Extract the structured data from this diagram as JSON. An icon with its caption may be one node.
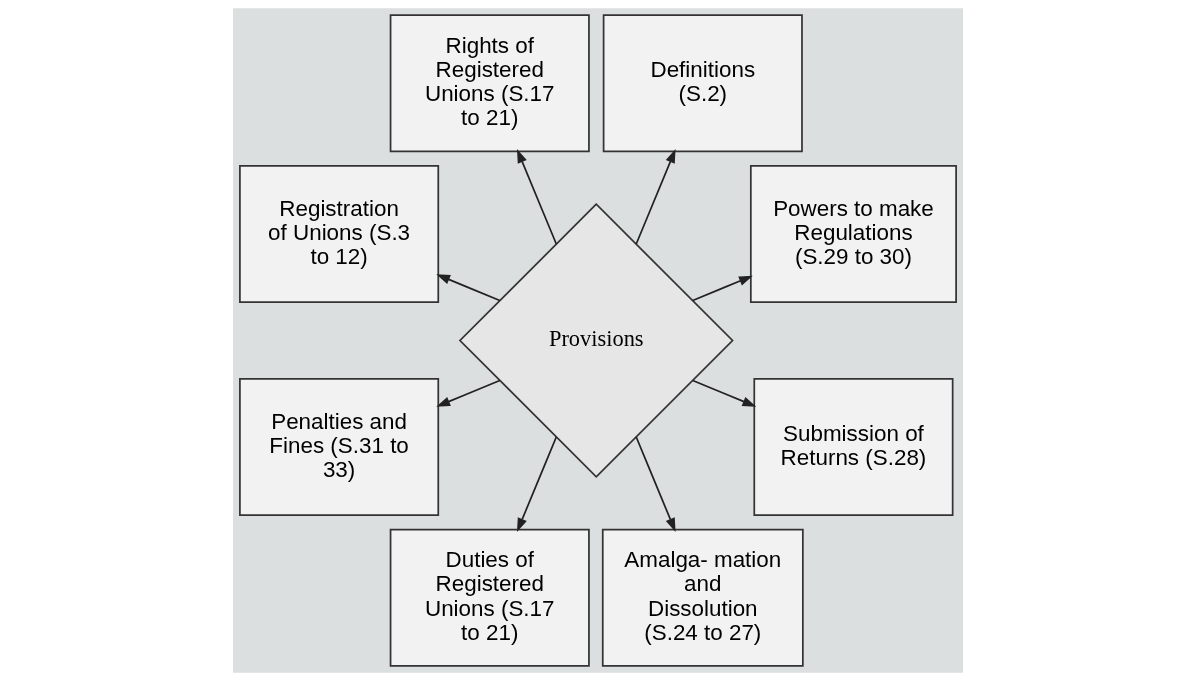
{
  "diagram": {
    "nodes": [
      {
        "text": [
          "Provisions"
        ]
      },
      {
        "text": [
          "Powers to make Regulations (S.29 to 30)"
        ]
      },
      {
        "text": [
          "Definitions (S.2)"
        ]
      },
      {
        "text": [
          "Rights of Registered Unions (S.17 to 21)"
        ]
      },
      {
        "text": [
          "Registration of Unions (S.3 to 12)"
        ]
      },
      {
        "text": [
          "Penalties and Fines (S.31 to 33)"
        ]
      },
      {
        "text": [
          "Duties of Registered Unions (S.17 to 21)"
        ]
      },
      {
        "text": [
          "Amalga- mation and Dissolution (S.24 to 27)"
        ]
      },
      {
        "text": [
          "Submission of Returns (S.28)"
        ]
      }
    ],
    "edges": [
      {
        "from": 0,
        "to": 1,
        "arrow": "to"
      },
      {
        "from": 0,
        "to": 2,
        "arrow": "to"
      },
      {
        "from": 0,
        "to": 4,
        "arrow": "to"
      },
      {
        "from": 0,
        "to": 6,
        "arrow": "to"
      },
      {
        "from": 0,
        "to": 7,
        "arrow": "to"
      },
      {
        "from": 0,
        "to": 8,
        "arrow": "to"
      },
      {
        "from": 0,
        "to": 5,
        "arrow": "to"
      },
      {
        "from": 0,
        "to": 3,
        "arrow": "to"
      }
    ]
  }
}
